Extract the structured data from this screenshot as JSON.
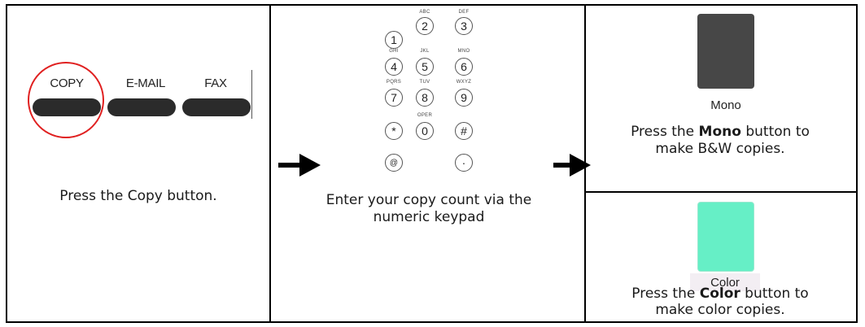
{
  "panel1": {
    "buttons": [
      {
        "label": "COPY"
      },
      {
        "label": "E-MAIL"
      },
      {
        "label": "FAX"
      }
    ],
    "caption": "Press the Copy button."
  },
  "panel2": {
    "keypad": {
      "keys": [
        "1",
        "2",
        "3",
        "4",
        "5",
        "6",
        "7",
        "8",
        "9",
        "*",
        "0",
        "#",
        "@",
        "·"
      ],
      "sublabels": {
        "2": "ABC",
        "3": "DEF",
        "4": "GHI",
        "5": "JKL",
        "6": "MNO",
        "7": "PQRS",
        "8": "TUV",
        "9": "WXYZ",
        "0": "OPER"
      }
    },
    "caption_line1": "Enter your copy count via the",
    "caption_line2": "numeric keypad"
  },
  "panel3": {
    "mono": {
      "button_label": "Mono",
      "color": "#474747",
      "text_pre": "Press the ",
      "text_bold": "Mono",
      "text_post": " button to",
      "text_line2": "make B&W copies."
    },
    "color": {
      "button_label": "Color",
      "color": "#66efc6",
      "text_pre": "Press the ",
      "text_bold": "Color",
      "text_post": " button to",
      "text_line2": "make color copies."
    }
  }
}
